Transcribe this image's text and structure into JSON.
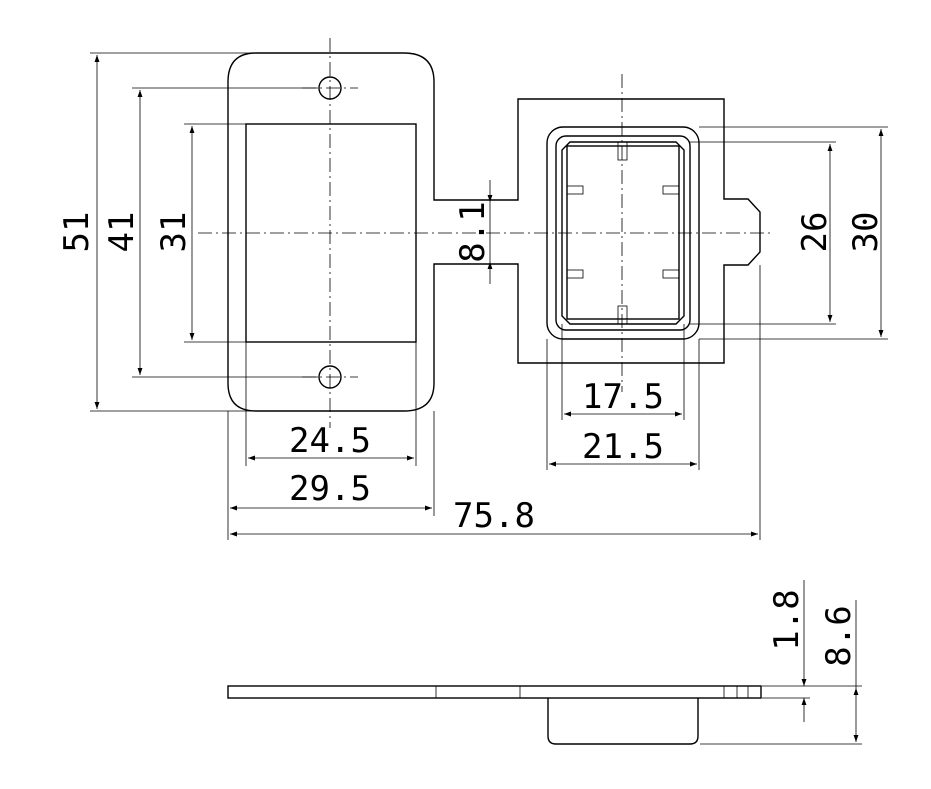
{
  "drawing": {
    "type": "mechanical-dimension-drawing",
    "stroke_color": "#000000",
    "background_color": "#ffffff"
  },
  "dimensions": {
    "plate_height": "51",
    "hole_spacing": "41",
    "window_height": "31",
    "bridge_width": "8.1",
    "cup_inner_height": "26",
    "cup_outer_height": "30",
    "cup_inner_width": "17.5",
    "cup_outer_width": "21.5",
    "window_width": "24.5",
    "plate_width": "29.5",
    "overall_length": "75.8",
    "plate_thickness": "1.8",
    "total_depth": "8.6"
  }
}
